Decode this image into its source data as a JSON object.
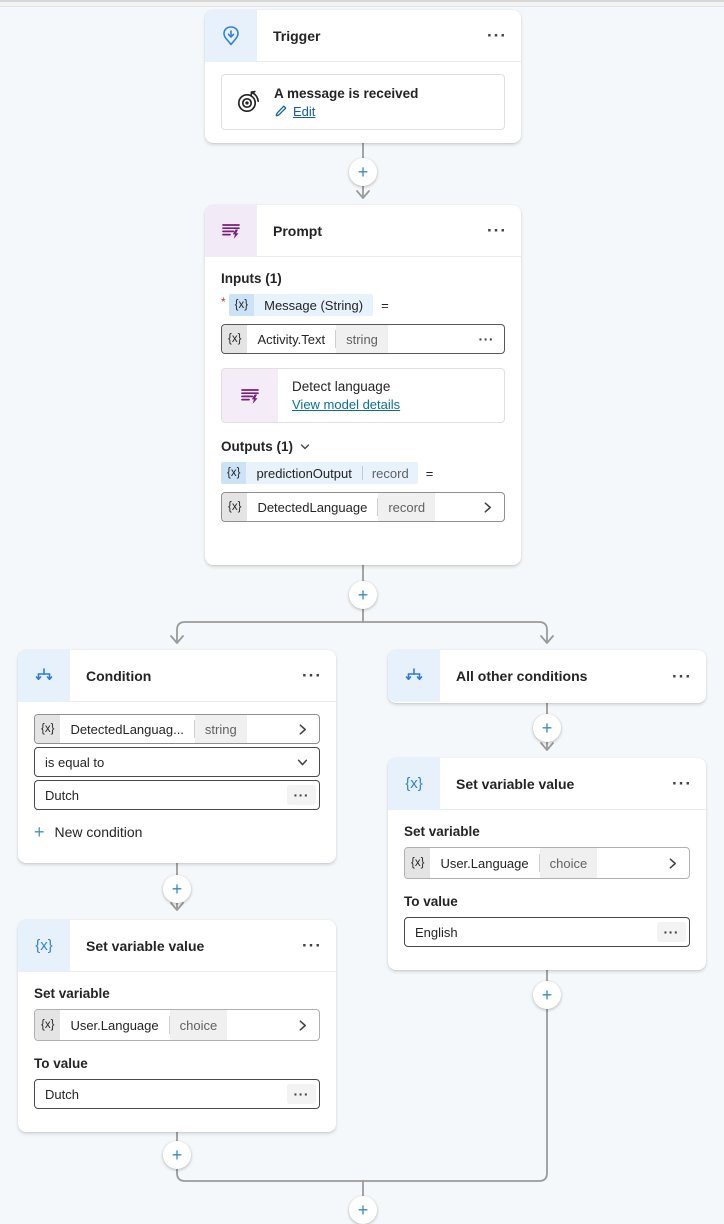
{
  "colors": {
    "canvas_bg": "#f5f8fb",
    "accent_blue": "#115ea3",
    "icon_blue": "#3181d8",
    "prompt_purple": "#77207c",
    "link_teal": "#0b6e99",
    "plus_blue": "#3b89c3",
    "required_red": "#d13438",
    "connector_gray": "#9a9a9a",
    "header_icon_blue_bg": "#e7f1fb",
    "header_icon_purple_bg": "#f2ebf7"
  },
  "icons": {
    "ellipsis": "···",
    "plus": "+",
    "variable_braces": "{x}",
    "trigger_pin": "trigger-pin",
    "target": "target-arrow",
    "pencil": "pencil",
    "prompt_lines_bolt": "text-lines-lightning",
    "branch": "branch-split",
    "chevron_right": "chevron-right",
    "chevron_down": "chevron-down"
  },
  "trigger": {
    "title": "Trigger",
    "action_title": "A message is received",
    "edit_label": "Edit"
  },
  "prompt": {
    "title": "Prompt",
    "inputs_label": "Inputs (1)",
    "required_marker": "*",
    "equals": "=",
    "input_chip": "{x}",
    "input_name": "Message (String)",
    "value_chip": "{x}",
    "value_name": "Activity.Text",
    "value_type": "string",
    "model_title": "Detect language",
    "model_link": "View model details",
    "outputs_label": "Outputs (1)",
    "output_chip": "{x}",
    "output_name": "predictionOutput",
    "output_type": "record",
    "result_chip": "{x}",
    "result_name": "DetectedLanguage",
    "result_type": "record"
  },
  "condition": {
    "title": "Condition",
    "operand_chip": "{x}",
    "operand_name": "DetectedLanguag...",
    "operand_type": "string",
    "operator": "is equal to",
    "value": "Dutch",
    "new_condition_label": "New condition"
  },
  "all_other_conditions": {
    "title": "All other conditions"
  },
  "set_variable_left": {
    "title": "Set variable value",
    "header_chip": "{x}",
    "set_label": "Set variable",
    "var_chip": "{x}",
    "var_name": "User.Language",
    "var_type": "choice",
    "to_label": "To value",
    "value": "Dutch"
  },
  "set_variable_right": {
    "title": "Set variable value",
    "header_chip": "{x}",
    "set_label": "Set variable",
    "var_chip": "{x}",
    "var_name": "User.Language",
    "var_type": "choice",
    "to_label": "To value",
    "value": "English"
  }
}
